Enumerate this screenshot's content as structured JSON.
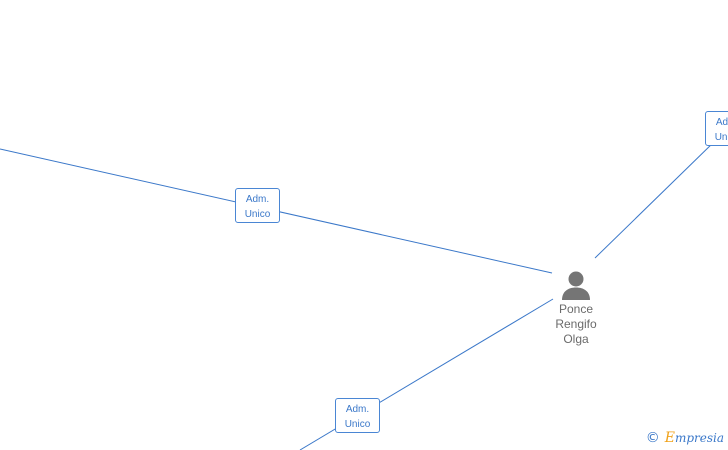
{
  "colors": {
    "edge": "#3b78c9",
    "role_border": "#4a86d4",
    "role_text": "#3b78c9",
    "person_icon": "#757575",
    "person_text": "#6b6b6b",
    "brand_accent": "#f0a21a"
  },
  "person": {
    "icon": "person-icon",
    "name_lines": [
      "Ponce",
      "Rengifo",
      "Olga"
    ]
  },
  "relations": [
    {
      "role_lines": [
        "Adm.",
        "Unico"
      ]
    },
    {
      "role_lines": [
        "Adm.",
        "Unico"
      ]
    },
    {
      "role_lines": [
        "Adm.",
        "Unico"
      ]
    }
  ],
  "watermark": {
    "symbol": "©",
    "brand_initial": "E",
    "brand_rest": "mpresia"
  }
}
